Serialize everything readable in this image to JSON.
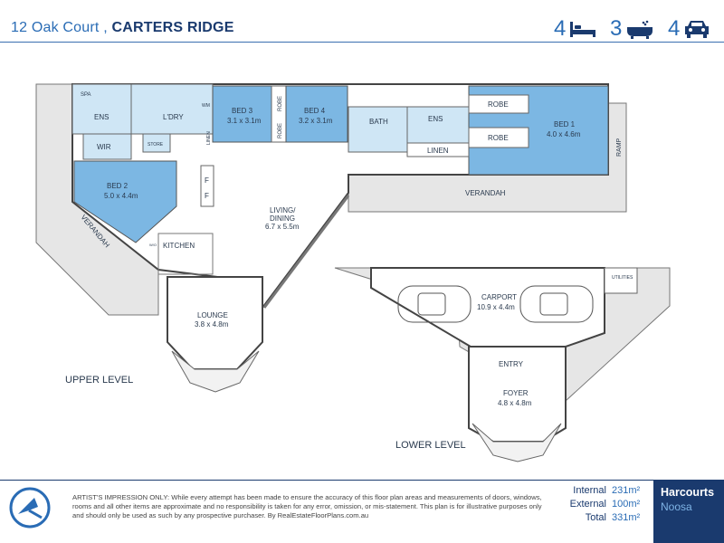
{
  "header": {
    "street": "12 Oak Court ,",
    "suburb": "CARTERS RIDGE",
    "beds": "4",
    "baths": "3",
    "cars": "4"
  },
  "rooms": {
    "spa": "SPA",
    "ens1": "ENS",
    "ldry": "L'DRY",
    "wm": "WM",
    "bed3": "BED 3",
    "bed3_size": "3.1 x 3.1m",
    "robe_v1": "ROBE",
    "robe_v2": "ROBE",
    "bed4": "BED 4",
    "bed4_size": "3.2 x 3.1m",
    "linen_v": "LINEN",
    "bath": "BATH",
    "ens2": "ENS",
    "robe1": "ROBE",
    "robe2": "ROBE",
    "bed1": "BED 1",
    "bed1_size": "4.0 x 4.6m",
    "ramp": "RAMP",
    "wir": "WIR",
    "store": "STORE",
    "linen": "LINEN",
    "bed2": "BED 2",
    "bed2_size": "5.0 x 4.4m",
    "fridge1": "F",
    "fridge2": "F",
    "living": "LIVING/",
    "dining": "DINING",
    "living_size": "6.7 x 5.5m",
    "verandah1": "VERANDAH",
    "verandah2": "VERANDAH",
    "kitchen": "KITCHEN",
    "wo": "W/O",
    "lounge": "LOUNGE",
    "lounge_size": "3.8 x 4.8m",
    "utilities": "UTILITIES",
    "carport": "CARPORT",
    "carport_size": "10.9 x 4.4m",
    "entry": "ENTRY",
    "foyer": "FOYER",
    "foyer_size": "4.8 x 4.8m",
    "upper": "UPPER LEVEL",
    "lower": "LOWER LEVEL"
  },
  "footer": {
    "disclaimer": "ARTIST'S IMPRESSION ONLY: While every attempt has been made to ensure the accuracy of this floor plan areas and measurements of doors, windows, rooms and all other items are approximate and no responsibility is taken for any error, omission, or mis-statement. This plan is for illustrative purposes only and should only be used as such by any prospective purchaser. By RealEstateFloorPlans.com.au",
    "areas": [
      {
        "label": "Internal",
        "value": "231m²"
      },
      {
        "label": "External",
        "value": "100m²"
      },
      {
        "label": "Total",
        "value": "331m²"
      }
    ],
    "brand_name": "Harcourts",
    "brand_office": "Noosa"
  },
  "colors": {
    "bedroom": "#7cb7e3",
    "wet": "#cfe6f5",
    "outline": "#555555",
    "verandah": "#e6e6e6",
    "brand": "#1a3a6e"
  }
}
